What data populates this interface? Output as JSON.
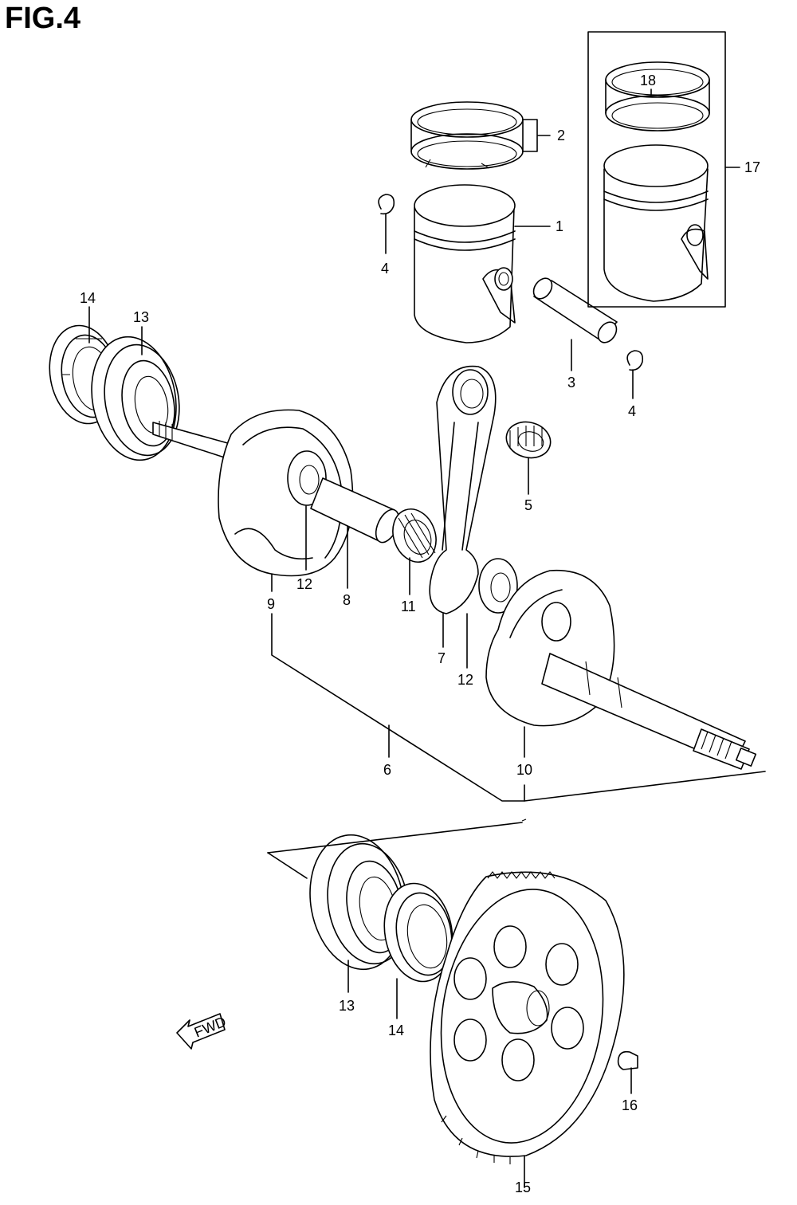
{
  "figure": {
    "title": "FIG.4",
    "fwd_label": "FWD"
  },
  "callouts": {
    "c1": "1",
    "c2": "2",
    "c3": "3",
    "c4a": "4",
    "c4b": "4",
    "c5": "5",
    "c6": "6",
    "c7": "7",
    "c8": "8",
    "c9": "9",
    "c10": "10",
    "c11": "11",
    "c12a": "12",
    "c12b": "12",
    "c13a": "13",
    "c13b": "13",
    "c14a": "14",
    "c14b": "14",
    "c15": "15",
    "c16": "16",
    "c17": "17",
    "c18": "18"
  }
}
